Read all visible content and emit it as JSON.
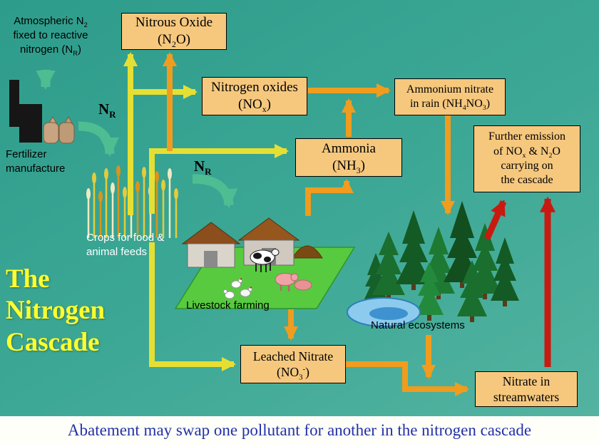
{
  "palette": {
    "background": "#3AA392",
    "box_fill": "#F6C87E",
    "arrow_yellow": "#E6DF33",
    "arrow_orange": "#F09C1E",
    "arrow_green": "#4FBD92",
    "arrow_red": "#C81A10",
    "title_yellow": "#FFFF2E",
    "footer_navy": "#2230A8",
    "footer_bg": "#FFFFFA"
  },
  "title": {
    "line1": "The",
    "line2": "Nitrogen",
    "line3": "Cascade"
  },
  "footer": {
    "text": "Abatement may swap one pollutant for another in the nitrogen cascade"
  },
  "atmospheric": {
    "l1_pre": "Atmospheric N",
    "l1_sub": "2",
    "l2": "fixed to reactive",
    "l3_pre": "nitrogen (N",
    "l3_sub": "R",
    "l3_post": ")"
  },
  "fertilizer": {
    "line1": "Fertilizer",
    "line2": "manufacture"
  },
  "nr_label": {
    "pre": "N",
    "sub": "R"
  },
  "crops_label": {
    "line1": "Crops for food &",
    "line2": "animal feeds"
  },
  "livestock_label": "Livestock farming",
  "ecosystems_label": "Natural ecosystems",
  "boxes": {
    "nitrous_oxide": {
      "line1": "Nitrous Oxide",
      "f_pre": "(N",
      "f_sub": "2",
      "f_post": "O)"
    },
    "nitrogen_oxides": {
      "line1": "Nitrogen oxides",
      "f_pre": "(NO",
      "f_sub": "x",
      "f_post": ")"
    },
    "ammonium_nitrate": {
      "line1": "Ammonium nitrate",
      "l2_pre": "in rain (NH",
      "l2_sub1": "4",
      "l2_mid": "NO",
      "l2_sub2": "3",
      "l2_post": ")"
    },
    "ammonia": {
      "line1": "Ammonia",
      "f_pre": "(NH",
      "f_sub": "3",
      "f_post": ")"
    },
    "further_emission": {
      "line1": "Further emission",
      "l2_pre": "of NO",
      "l2_sub1": "x",
      "l2_mid": " & N",
      "l2_sub2": "2",
      "l2_post": "O",
      "line3": "carrying on",
      "line4": "the cascade"
    },
    "leached_nitrate": {
      "line1": "Leached Nitrate",
      "f_pre": "(NO",
      "f_sub": "3",
      "f_sup": "-",
      "f_post": ")"
    },
    "nitrate_streamwaters": {
      "line1": "Nitrate in",
      "line2": "streamwaters"
    }
  }
}
